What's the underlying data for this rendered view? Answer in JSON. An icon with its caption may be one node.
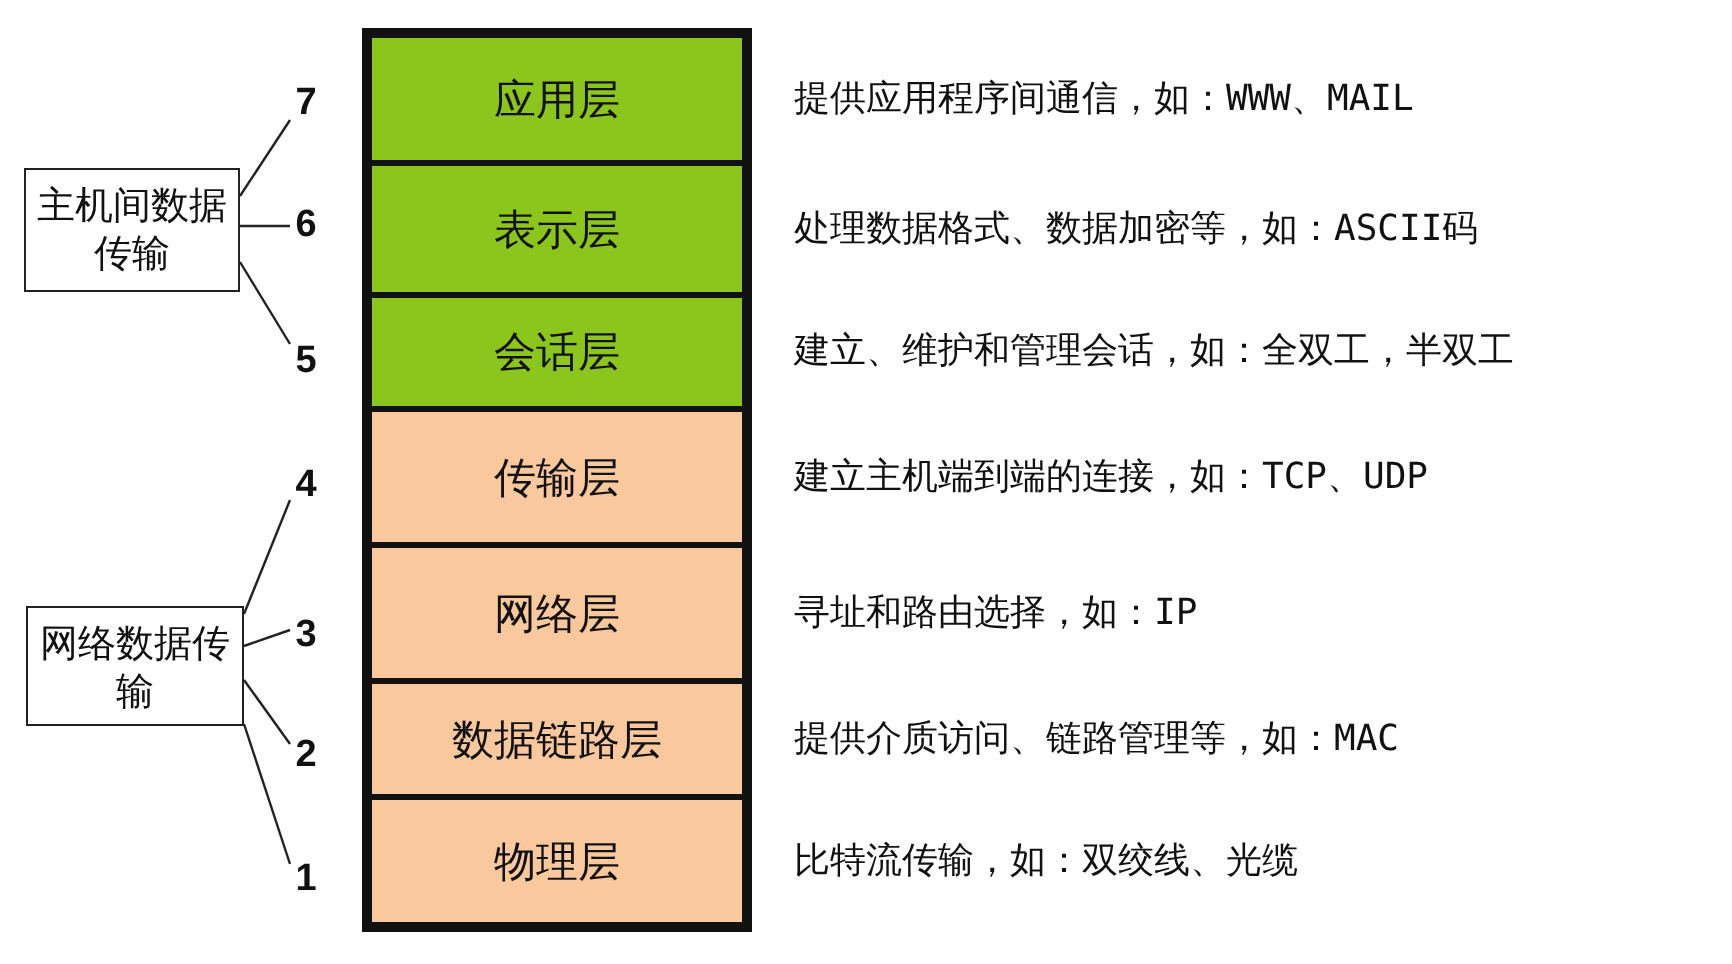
{
  "diagram": {
    "nodes": [
      {
        "text": [
          "应用层"
        ],
        "beside": [
          "提供应用程序间通信，如：WWW、MAIL"
        ]
      },
      {
        "text": [
          "表示层"
        ],
        "beside": [
          "处理数据格式、数据加密等，如：ASCII码"
        ]
      },
      {
        "text": [
          "会话层"
        ],
        "beside": [
          "建立、维护和管理会话，如：全双工，半双工"
        ]
      },
      {
        "text": [
          "传输层"
        ],
        "beside": [
          "建立主机端到端的连接，如：TCP、UDP"
        ]
      },
      {
        "text": [
          "网络层"
        ],
        "beside": [
          "寻址和路由选择，如：IP"
        ]
      },
      {
        "text": [
          "数据链路层"
        ],
        "beside": [
          "提供介质访问、链路管理等，如：MAC"
        ]
      },
      {
        "text": [
          "物理层"
        ],
        "beside": [
          "比特流传输，如：双绞线、光缆"
        ]
      },
      {
        "text": [
          "7"
        ]
      },
      {
        "text": [
          "6"
        ]
      },
      {
        "text": [
          "5"
        ]
      },
      {
        "text": [
          "4"
        ]
      },
      {
        "text": [
          "3"
        ]
      },
      {
        "text": [
          "2"
        ]
      },
      {
        "text": [
          "1"
        ]
      },
      {
        "text": [
          "主机间数据传输"
        ]
      },
      {
        "text": [
          "网络数据传输"
        ]
      }
    ],
    "edges": [
      {
        "from": 14,
        "to": 7,
        "arrow": "none"
      },
      {
        "from": 14,
        "to": 8,
        "arrow": "none"
      },
      {
        "from": 14,
        "to": 9,
        "arrow": "none"
      },
      {
        "from": 15,
        "to": 10,
        "arrow": "none"
      },
      {
        "from": 15,
        "to": 11,
        "arrow": "none"
      },
      {
        "from": 15,
        "to": 12,
        "arrow": "none"
      },
      {
        "from": 15,
        "to": 13,
        "arrow": "none"
      }
    ]
  }
}
